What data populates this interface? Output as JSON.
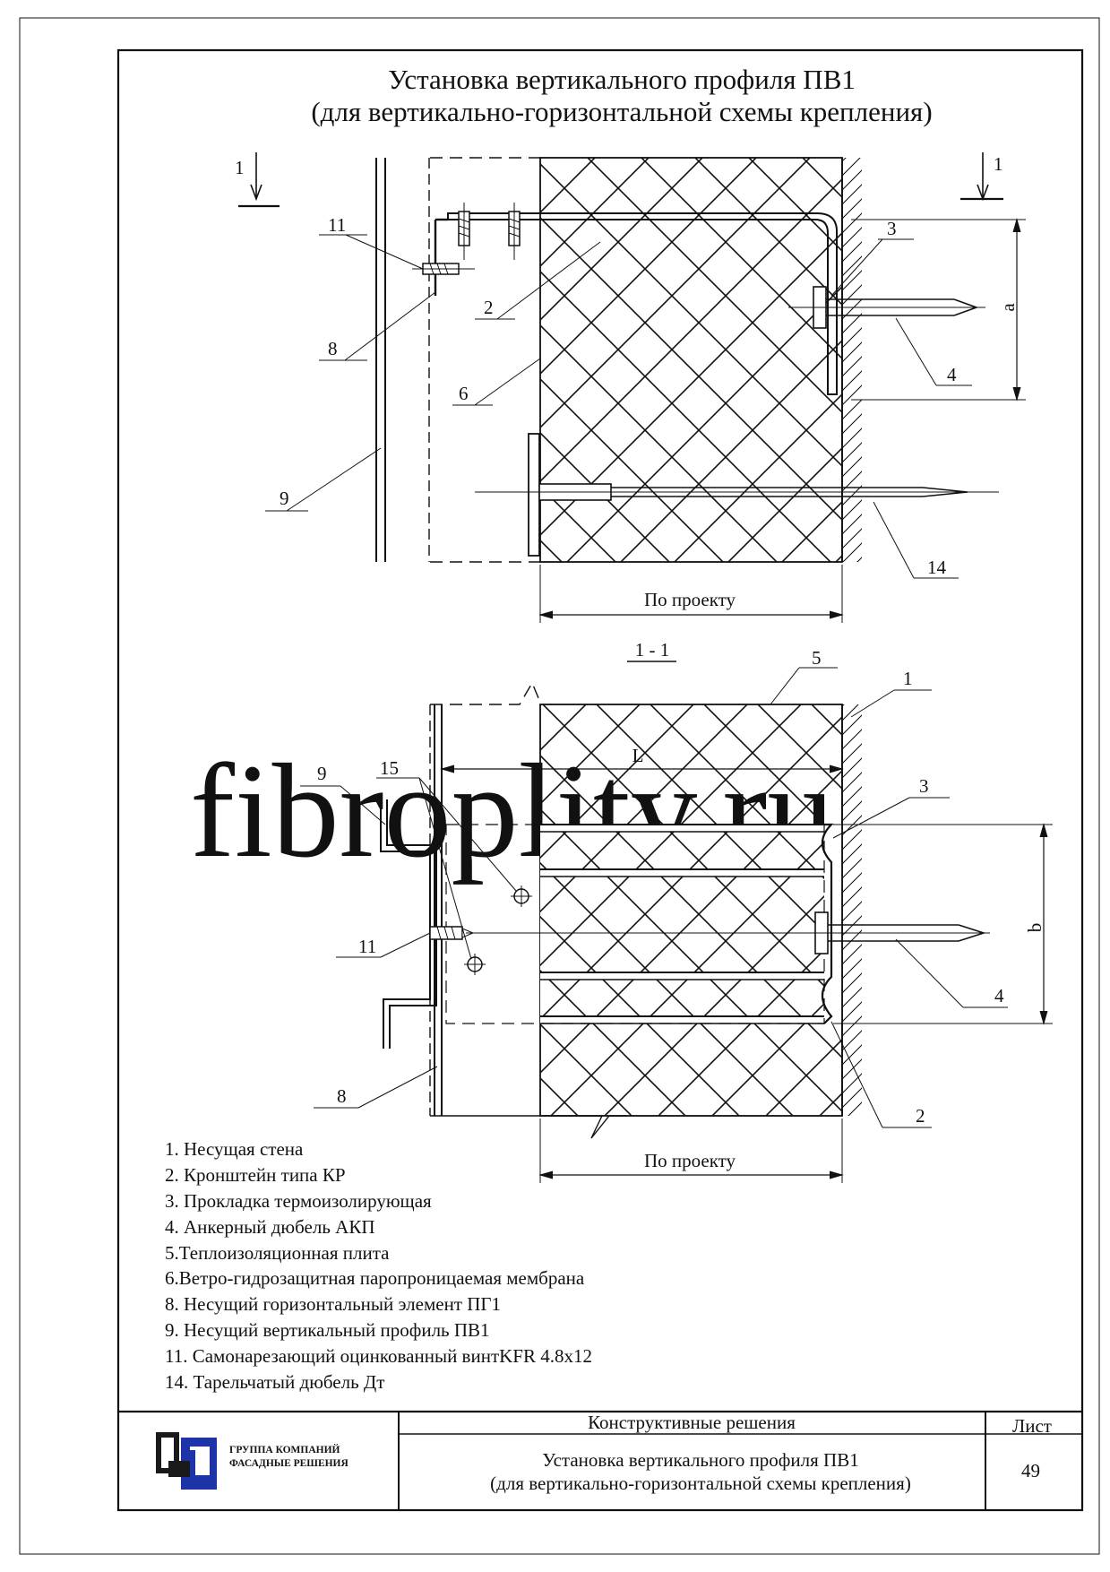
{
  "title": {
    "line1": "Установка вертикального профиля ПВ1",
    "line2": "(для вертикально-горизонтальной схемы крепления)"
  },
  "watermark": "fibroplity.ru",
  "top_view": {
    "section_mark": "1",
    "callouts": [
      "11",
      "8",
      "9",
      "2",
      "6",
      "3",
      "4",
      "14"
    ],
    "dimension_a": "a",
    "dimension_width": "По проекту"
  },
  "section_view": {
    "section_label": "1 - 1",
    "callouts": [
      "5",
      "1",
      "9",
      "15",
      "3",
      "11",
      "4",
      "8",
      "2"
    ],
    "dimension_L": "L",
    "dimension_b": "b",
    "dimension_width": "По проекту"
  },
  "legend": [
    "1. Несущая стена",
    "2. Кронштейн типа КР",
    "3. Прокладка термоизолирующая",
    "4. Анкерный дюбель АКП",
    "5.Теплоизоляционная плита",
    "6.Ветро-гидрозащитная паропроницаемая мембрана",
    "8. Несущий горизонтальный элемент ПГ1",
    "9. Несущий вертикальный профиль ПВ1",
    "11. Самонарезающий оцинкованный винтKFR 4.8x12",
    "14. Тарельчатый дюбель  Дт"
  ],
  "title_block": {
    "company_line1": "ГРУППА КОМПАНИЙ",
    "company_line2": "ФАСАДНЫЕ РЕШЕНИЯ",
    "category": "Конструктивные решения",
    "drawing_title_line1": "Установка вертикального профиля ПВ1",
    "drawing_title_line2": "(для вертикально-горизонтальной схемы крепления)",
    "sheet_label": "Лист",
    "sheet_number": "49"
  },
  "colors": {
    "ink": "#111111",
    "logo_blue": "#1f33a8",
    "logo_dark": "#1a1a1a",
    "watermark": "#e4f1ee"
  }
}
